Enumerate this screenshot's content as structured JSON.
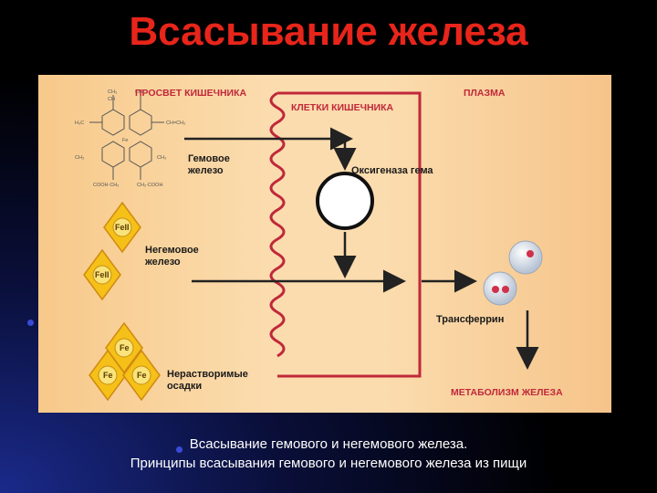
{
  "title": "Всасывание железа",
  "diagram": {
    "lumen_label": "ПРОСВЕТ КИШЕЧНИКА",
    "cells_label": "КЛЕТКИ КИШЕЧНИКА",
    "plasma_label": "ПЛАЗМА",
    "heme_iron_label_1": "Гемовое",
    "heme_iron_label_2": "железо",
    "nonheme_iron_label_1": "Негемовое",
    "nonheme_iron_label_2": "железо",
    "insoluble_label_1": "Нерастворимые",
    "insoluble_label_2": "осадки",
    "oxygenase_label": "Оксигеназа гема",
    "transferrin_label": "Трансферрин",
    "metabolism_label": "МЕТАБОЛИЗМ ЖЕЛЕЗА",
    "fe2_label": "FeII",
    "fe_label": "Fe"
  },
  "caption": {
    "line1": "Всасывание гемового и негемового железа.",
    "line2": "Принципы всасывания гемового и негемового железа из пищи"
  },
  "colors": {
    "title": "#e8251a",
    "panel": "#fbdcae",
    "accent_red": "#c0283a",
    "diamond": "#f5c018"
  }
}
